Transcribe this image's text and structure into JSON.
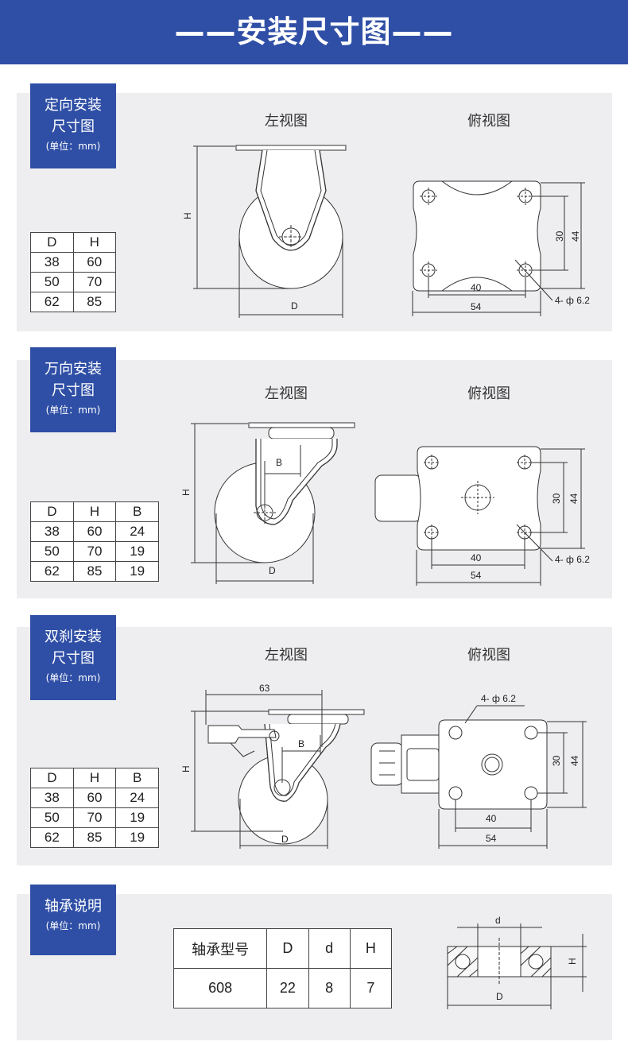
{
  "header": {
    "title": "——安装尺寸图——"
  },
  "sections": [
    {
      "tag": {
        "line1": "定向安装",
        "line2": "尺寸图",
        "unit": "(单位：mm)"
      },
      "left_title": "左视图",
      "top_title": "俯视图",
      "table": {
        "headers": [
          "D",
          "H"
        ],
        "rows": [
          [
            "38",
            "60"
          ],
          [
            "50",
            "70"
          ],
          [
            "62",
            "85"
          ]
        ]
      },
      "dims": {
        "h": "H",
        "d": "D",
        "v1": "30",
        "v2": "44",
        "w1": "40",
        "w2": "54",
        "hole": "4- ф 6.2"
      }
    },
    {
      "tag": {
        "line1": "万向安装",
        "line2": "尺寸图",
        "unit": "(单位：mm)"
      },
      "left_title": "左视图",
      "top_title": "俯视图",
      "table": {
        "headers": [
          "D",
          "H",
          "B"
        ],
        "rows": [
          [
            "38",
            "60",
            "24"
          ],
          [
            "50",
            "70",
            "19"
          ],
          [
            "62",
            "85",
            "19"
          ]
        ]
      },
      "dims": {
        "h": "H",
        "d": "D",
        "b": "B",
        "v1": "30",
        "v2": "44",
        "w1": "40",
        "w2": "54",
        "hole": "4- ф 6.2"
      }
    },
    {
      "tag": {
        "line1": "双刹安装",
        "line2": "尺寸图",
        "unit": "(单位：mm)"
      },
      "left_title": "左视图",
      "top_title": "俯视图",
      "table": {
        "headers": [
          "D",
          "H",
          "B"
        ],
        "rows": [
          [
            "38",
            "60",
            "24"
          ],
          [
            "50",
            "70",
            "19"
          ],
          [
            "62",
            "85",
            "19"
          ]
        ]
      },
      "dims": {
        "h": "H",
        "d": "D",
        "b": "B",
        "len": "63",
        "v1": "30",
        "v2": "44",
        "w1": "40",
        "w2": "54",
        "hole": "4- ф 6.2"
      }
    }
  ],
  "bearing": {
    "tag": {
      "line1": "轴承说明",
      "unit": "(单位：mm)"
    },
    "table": {
      "headers": [
        "轴承型号",
        "D",
        "d",
        "H"
      ],
      "row": [
        "608",
        "22",
        "8",
        "7"
      ]
    },
    "dims": {
      "d_small": "d",
      "d_big": "D",
      "h": "H"
    }
  }
}
